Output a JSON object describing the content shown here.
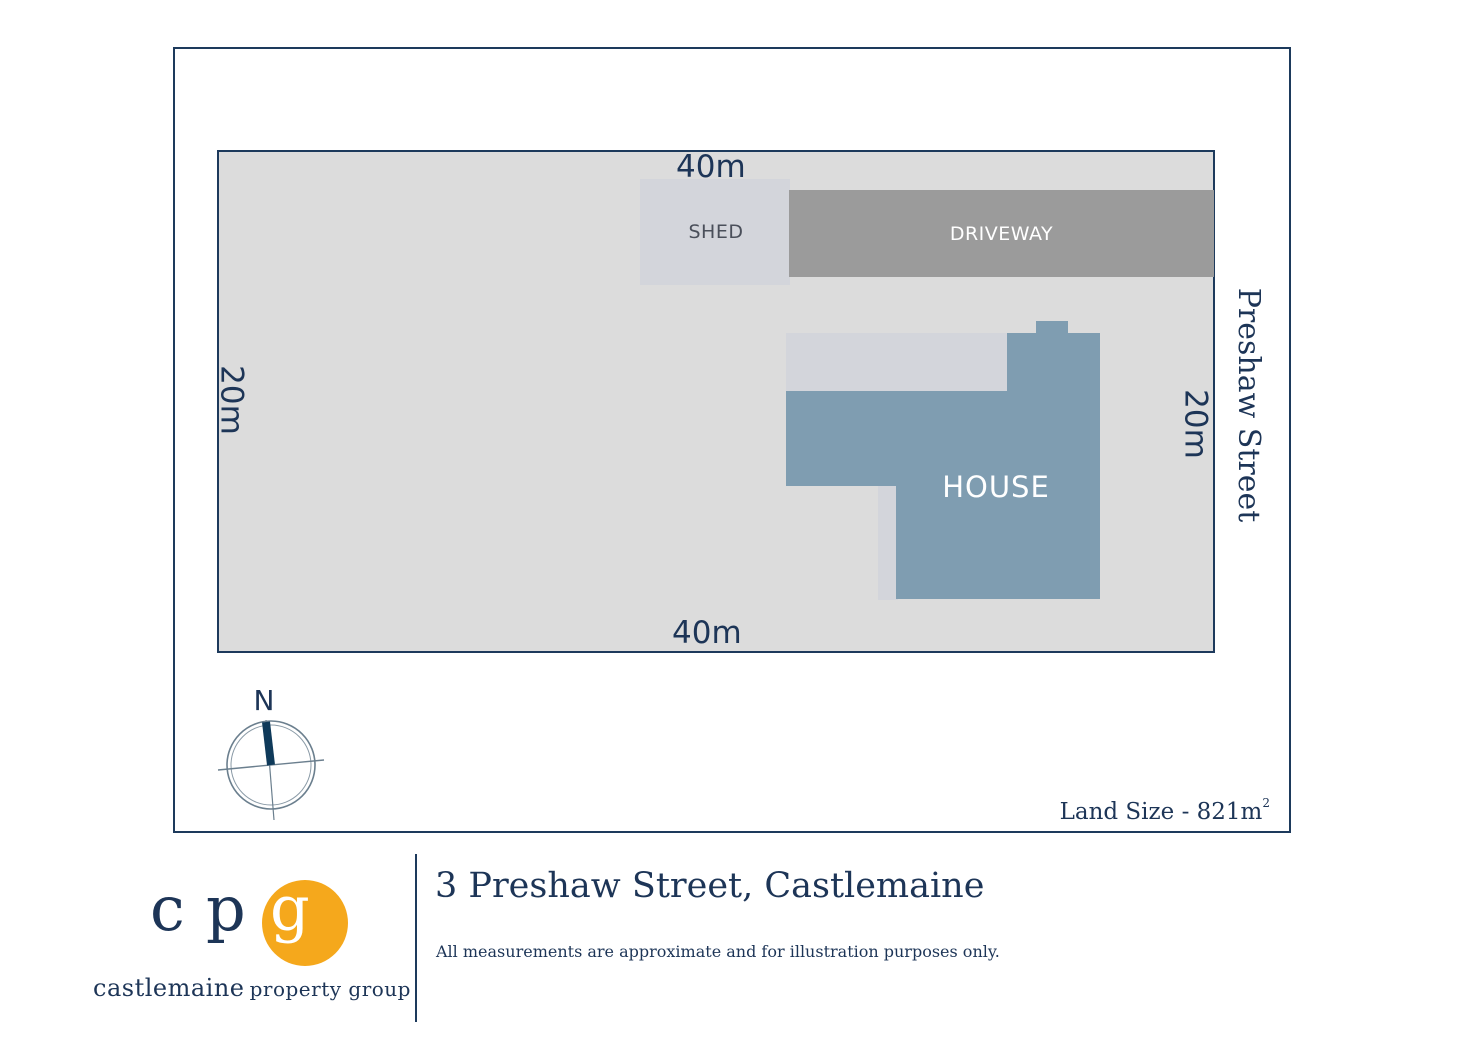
{
  "plan": {
    "top_width": "40m",
    "bottom_width": "40m",
    "left_depth": "20m",
    "right_depth": "20m",
    "shed_label": "SHED",
    "driveway_label": "DRIVEWAY",
    "house_label": "HOUSE",
    "street_name": "Preshaw Street",
    "land_size_text": "Land Size - 821m",
    "land_size_unit_power": "2",
    "compass_letter": "N"
  },
  "footer": {
    "logo_letters": [
      "c",
      "p",
      "g"
    ],
    "logo_word1": "castlemaine",
    "logo_word2": "property group",
    "address": "3 Preshaw Street, Castlemaine",
    "disclaimer": "All measurements are approximate and for illustration purposes only."
  },
  "colors": {
    "navy": "#1d3557",
    "lot": "#dcdcdc",
    "house": "#7f9db1",
    "shed": "#d3d5db",
    "driveway": "#9b9b9b",
    "logo_orange": "#f5a81c"
  }
}
